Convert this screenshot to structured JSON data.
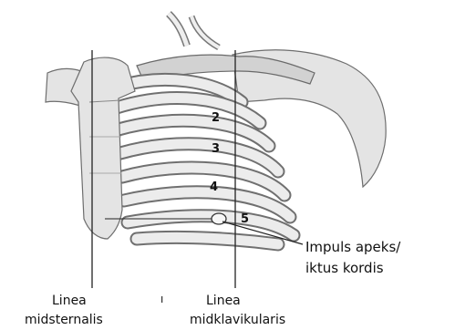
{
  "rib_numbers": [
    "2",
    "3",
    "4",
    "5"
  ],
  "annotation": {
    "line1": "Impuls apeks/",
    "line2": "iktus kordis"
  },
  "left_line_label": {
    "line1": "Linea",
    "line2": "midsternalis"
  },
  "right_line_label": {
    "line1": "Linea",
    "line2": "midklavikularis"
  }
}
